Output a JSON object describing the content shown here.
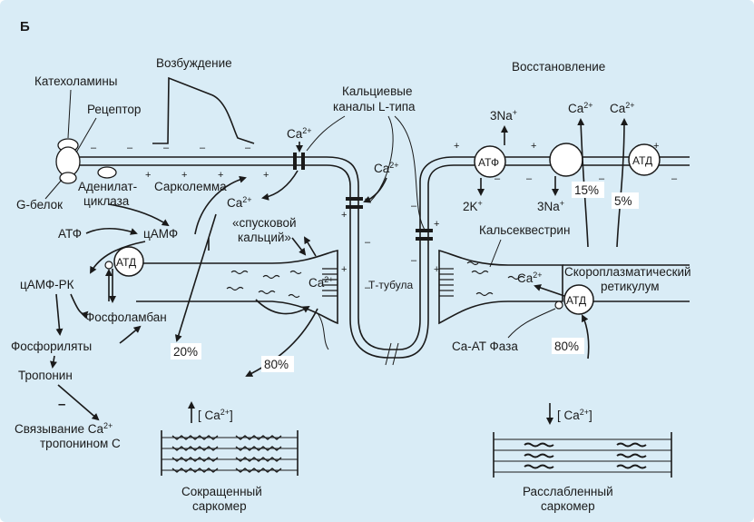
{
  "panel_letter": "Б",
  "labels": {
    "excitation": "Возбуждение",
    "recovery": "Восстановление",
    "catecholamines": "Катехоламины",
    "receptor": "Рецептор",
    "l_channels_1": "Кальциевые",
    "l_channels_2": "каналы L-типа",
    "g_protein": "G-белок",
    "adenylate_1": "Аденилат-",
    "adenylate_2": "циклаза",
    "sarcolemma": "Сарколемма",
    "atp": "АТФ",
    "camp": "цАМФ",
    "camp_pk": "цАМФ-РК",
    "phospholamban": "Фосфоламбан",
    "phosphorylates": "Фосфориляты",
    "troponin": "Тропонин",
    "minus_sign": "–",
    "binding_1": "Связывание Ca",
    "binding_2": "тропонином С",
    "trigger_1": "«спусковой",
    "trigger_2": "кальций»",
    "t_tubule": "Т-тубула",
    "calsequestrin": "Кальсеквестрин",
    "sr_1": "Скороплазматический",
    "sr_2": "ретикулум",
    "ca_atpase": "Ca-AT Фаза",
    "contracted_1": "Сокращенный",
    "contracted_2": "саркомер",
    "relaxed_1": "Расслабленный",
    "relaxed_2": "саркомер",
    "ca_sym": "Ca",
    "ca_charge": "2+",
    "na3": "3Na",
    "k2": "2K",
    "plus": "+",
    "atd": "АТД",
    "conc_open": "[ Ca",
    "conc_close": "]"
  },
  "percentages": {
    "p20": "20%",
    "p80_left": "80%",
    "p15": "15%",
    "p5": "5%",
    "p80_right": "80%"
  },
  "colors": {
    "background": "#d9ecf6",
    "line": "#1a1a1a",
    "pump_fill": "#ffffff"
  }
}
